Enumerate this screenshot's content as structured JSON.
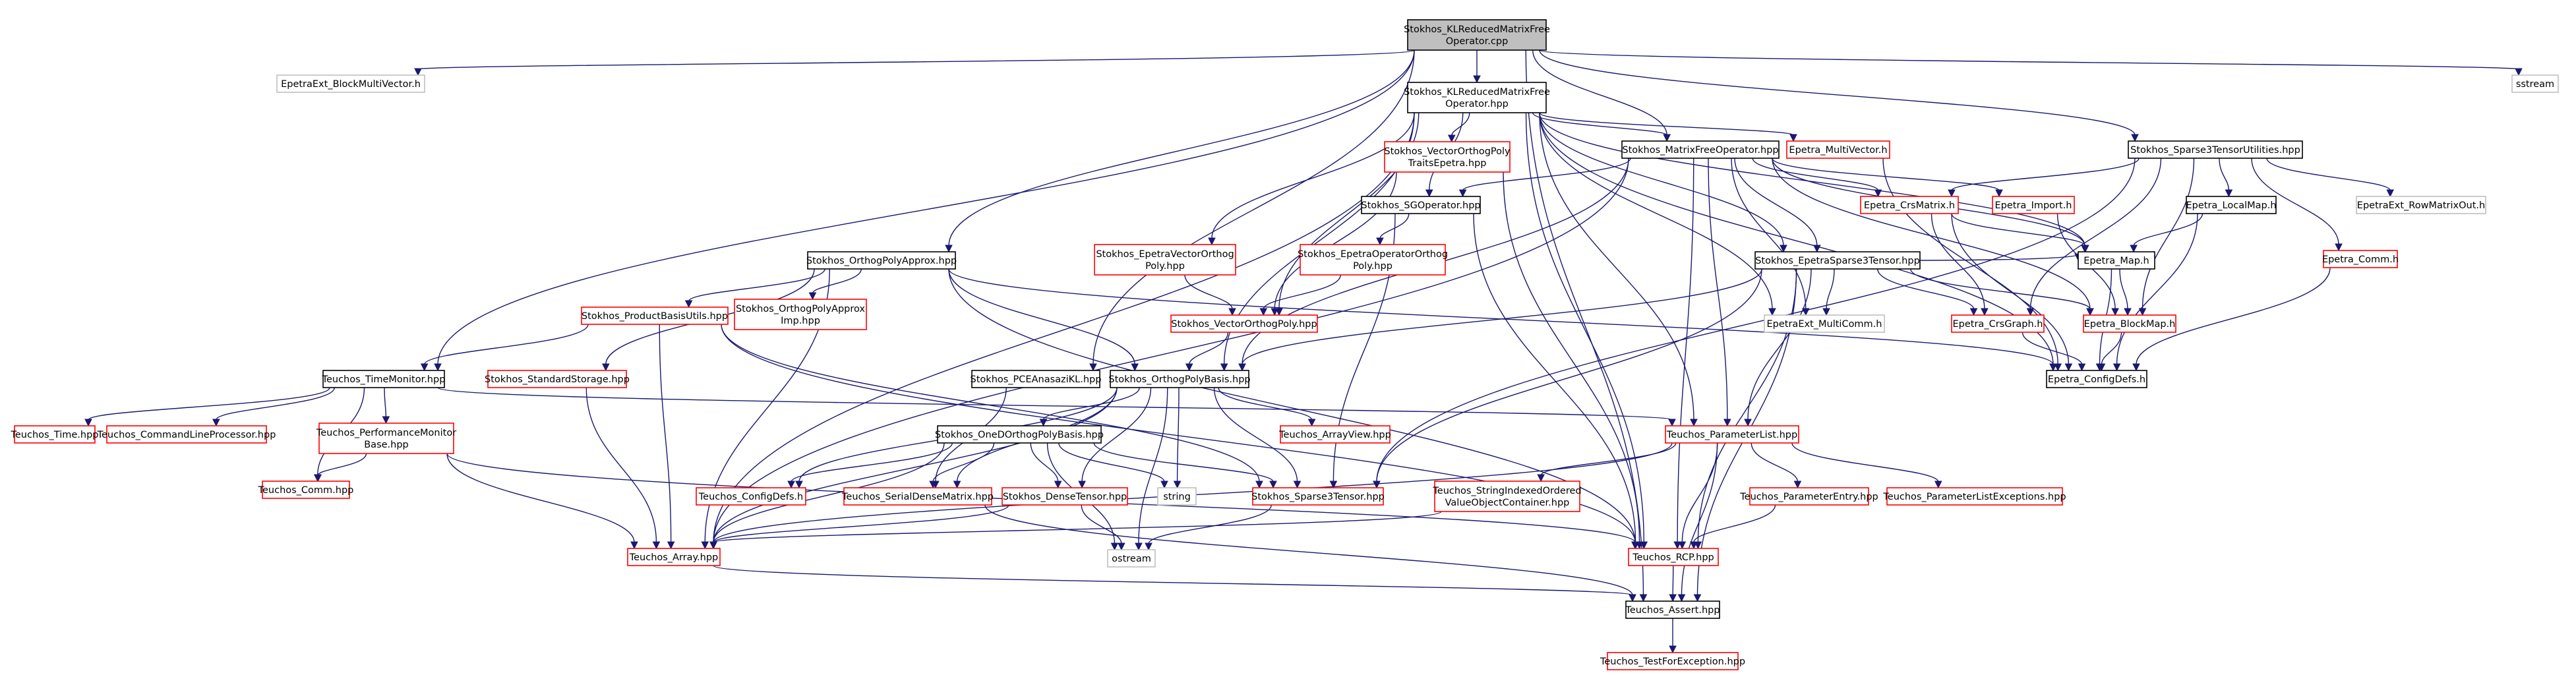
{
  "nodes": [
    {
      "id": "root",
      "lines": [
        "Stokhos_KLReducedMatrixFree",
        "Operator.cpp"
      ],
      "style": "root"
    },
    {
      "id": "epetraext_bmv",
      "lines": [
        "EpetraExt_BlockMultiVector.h"
      ],
      "style": "gray"
    },
    {
      "id": "kl_hpp",
      "lines": [
        "Stokhos_KLReducedMatrixFree",
        "Operator.hpp"
      ],
      "style": "black"
    },
    {
      "id": "sstream",
      "lines": [
        "sstream"
      ],
      "style": "gray"
    },
    {
      "id": "sparse3_utils",
      "lines": [
        "Stokhos_Sparse3TensorUtilities.hpp"
      ],
      "style": "black"
    },
    {
      "id": "vecorthog_traits",
      "lines": [
        "Stokhos_VectorOrthogPoly",
        "TraitsEpetra.hpp"
      ],
      "style": "red"
    },
    {
      "id": "mf_op",
      "lines": [
        "Stokhos_MatrixFreeOperator.hpp"
      ],
      "style": "black"
    },
    {
      "id": "epetra_multivector",
      "lines": [
        "Epetra_MultiVector.h"
      ],
      "style": "red"
    },
    {
      "id": "localmap",
      "lines": [
        "Epetra_LocalMap.h"
      ],
      "style": "black"
    },
    {
      "id": "rowmatrixout",
      "lines": [
        "EpetraExt_RowMatrixOut.h"
      ],
      "style": "gray"
    },
    {
      "id": "sg_op",
      "lines": [
        "Stokhos_SGOperator.hpp"
      ],
      "style": "black"
    },
    {
      "id": "crsmatrix",
      "lines": [
        "Epetra_CrsMatrix.h"
      ],
      "style": "red"
    },
    {
      "id": "import",
      "lines": [
        "Epetra_Import.h"
      ],
      "style": "red"
    },
    {
      "id": "epetra_comm",
      "lines": [
        "Epetra_Comm.h"
      ],
      "style": "red"
    },
    {
      "id": "orthog_approx",
      "lines": [
        "Stokhos_OrthogPolyApprox.hpp"
      ],
      "style": "black"
    },
    {
      "id": "epetra_vec_orthog",
      "lines": [
        "Stokhos_EpetraVectorOrthog",
        "Poly.hpp"
      ],
      "style": "red"
    },
    {
      "id": "epetra_op_orthog",
      "lines": [
        "Stokhos_EpetraOperatorOrthog",
        "Poly.hpp"
      ],
      "style": "red"
    },
    {
      "id": "epetra_sparse3",
      "lines": [
        "Stokhos_EpetraSparse3Tensor.hpp"
      ],
      "style": "black"
    },
    {
      "id": "epetra_map",
      "lines": [
        "Epetra_Map.h"
      ],
      "style": "black"
    },
    {
      "id": "product_basis",
      "lines": [
        "Stokhos_ProductBasisUtils.hpp"
      ],
      "style": "red"
    },
    {
      "id": "orthog_approx_imp",
      "lines": [
        "Stokhos_OrthogPolyApprox",
        "Imp.hpp"
      ],
      "style": "red"
    },
    {
      "id": "vec_orthog_poly",
      "lines": [
        "Stokhos_VectorOrthogPoly.hpp"
      ],
      "style": "red"
    },
    {
      "id": "multicomm",
      "lines": [
        "EpetraExt_MultiComm.h"
      ],
      "style": "gray"
    },
    {
      "id": "crsgraph",
      "lines": [
        "Epetra_CrsGraph.h"
      ],
      "style": "red"
    },
    {
      "id": "blockmap",
      "lines": [
        "Epetra_BlockMap.h"
      ],
      "style": "red"
    },
    {
      "id": "configdefs_h",
      "lines": [
        "Epetra_ConfigDefs.h"
      ],
      "style": "black"
    },
    {
      "id": "time_monitor",
      "lines": [
        "Teuchos_TimeMonitor.hpp"
      ],
      "style": "black"
    },
    {
      "id": "standard_storage",
      "lines": [
        "Stokhos_StandardStorage.hpp"
      ],
      "style": "red"
    },
    {
      "id": "pce_anasazi",
      "lines": [
        "Stokhos_PCEAnasaziKL.hpp"
      ],
      "style": "black"
    },
    {
      "id": "orthog_poly_basis",
      "lines": [
        "Stokhos_OrthogPolyBasis.hpp"
      ],
      "style": "black"
    },
    {
      "id": "param_list",
      "lines": [
        "Teuchos_ParameterList.hpp"
      ],
      "style": "red"
    },
    {
      "id": "teuchos_time",
      "lines": [
        "Teuchos_Time.hpp"
      ],
      "style": "red"
    },
    {
      "id": "cmdline",
      "lines": [
        "Teuchos_CommandLineProcessor.hpp"
      ],
      "style": "red"
    },
    {
      "id": "perf_monitor",
      "lines": [
        "Teuchos_PerformanceMonitor",
        "Base.hpp"
      ],
      "style": "red"
    },
    {
      "id": "array_view",
      "lines": [
        "Teuchos_ArrayView.hpp"
      ],
      "style": "red"
    },
    {
      "id": "oned_basis",
      "lines": [
        "Stokhos_OneDOrthogPolyBasis.hpp"
      ],
      "style": "black"
    },
    {
      "id": "teuchos_comm",
      "lines": [
        "Teuchos_Comm.hpp"
      ],
      "style": "red"
    },
    {
      "id": "teuchos_configdefs",
      "lines": [
        "Teuchos_ConfigDefs.h"
      ],
      "style": "red"
    },
    {
      "id": "serial_dense",
      "lines": [
        "Teuchos_SerialDenseMatrix.hpp"
      ],
      "style": "red"
    },
    {
      "id": "dense_tensor",
      "lines": [
        "Stokhos_DenseTensor.hpp"
      ],
      "style": "red"
    },
    {
      "id": "string",
      "lines": [
        "string"
      ],
      "style": "gray"
    },
    {
      "id": "sparse3_tensor",
      "lines": [
        "Stokhos_Sparse3Tensor.hpp"
      ],
      "style": "red"
    },
    {
      "id": "string_indexed",
      "lines": [
        "Teuchos_StringIndexedOrdered",
        "ValueObjectContainer.hpp"
      ],
      "style": "red"
    },
    {
      "id": "param_entry",
      "lines": [
        "Teuchos_ParameterEntry.hpp"
      ],
      "style": "red"
    },
    {
      "id": "param_list_exc",
      "lines": [
        "Teuchos_ParameterListExceptions.hpp"
      ],
      "style": "red"
    },
    {
      "id": "teuchos_array",
      "lines": [
        "Teuchos_Array.hpp"
      ],
      "style": "red"
    },
    {
      "id": "ostream",
      "lines": [
        "ostream"
      ],
      "style": "gray"
    },
    {
      "id": "teuchos_rcp",
      "lines": [
        "Teuchos_RCP.hpp"
      ],
      "style": "red"
    },
    {
      "id": "teuchos_assert",
      "lines": [
        "Teuchos_Assert.hpp"
      ],
      "style": "black"
    },
    {
      "id": "test_for_exc",
      "lines": [
        "Teuchos_TestForException.hpp"
      ],
      "style": "red"
    }
  ],
  "edges": [
    [
      "root",
      "epetraext_bmv"
    ],
    [
      "root",
      "kl_hpp"
    ],
    [
      "root",
      "sstream"
    ],
    [
      "root",
      "mf_op"
    ],
    [
      "root",
      "sparse3_utils"
    ],
    [
      "root",
      "orthog_approx"
    ],
    [
      "root",
      "time_monitor"
    ],
    [
      "root",
      "pce_anasazi"
    ],
    [
      "root",
      "teuchos_assert"
    ],
    [
      "kl_hpp",
      "vecorthog_traits"
    ],
    [
      "kl_hpp",
      "mf_op"
    ],
    [
      "kl_hpp",
      "epetra_multivector"
    ],
    [
      "kl_hpp",
      "sg_op"
    ],
    [
      "kl_hpp",
      "epetra_vec_orthog"
    ],
    [
      "kl_hpp",
      "vec_orthog_poly"
    ],
    [
      "kl_hpp",
      "orthog_poly_basis"
    ],
    [
      "kl_hpp",
      "epetra_sparse3"
    ],
    [
      "kl_hpp",
      "multicomm"
    ],
    [
      "kl_hpp",
      "epetra_map"
    ],
    [
      "kl_hpp",
      "param_list"
    ],
    [
      "kl_hpp",
      "teuchos_array"
    ],
    [
      "kl_hpp",
      "teuchos_rcp"
    ],
    [
      "kl_hpp",
      "configdefs_h"
    ],
    [
      "vecorthog_traits",
      "vec_orthog_poly"
    ],
    [
      "vecorthog_traits",
      "teuchos_rcp"
    ],
    [
      "epetra_multivector",
      "configdefs_h"
    ],
    [
      "mf_op",
      "sg_op"
    ],
    [
      "mf_op",
      "epetra_sparse3"
    ],
    [
      "mf_op",
      "multicomm"
    ],
    [
      "mf_op",
      "crsmatrix"
    ],
    [
      "mf_op",
      "import"
    ],
    [
      "mf_op",
      "orthog_poly_basis"
    ],
    [
      "mf_op",
      "epetra_map"
    ],
    [
      "mf_op",
      "blockmap"
    ],
    [
      "mf_op",
      "teuchos_array"
    ],
    [
      "mf_op",
      "param_list"
    ],
    [
      "mf_op",
      "teuchos_rcp"
    ],
    [
      "sparse3_utils",
      "localmap"
    ],
    [
      "sparse3_utils",
      "rowmatrixout"
    ],
    [
      "sparse3_utils",
      "crsmatrix"
    ],
    [
      "sparse3_utils",
      "epetra_comm"
    ],
    [
      "sparse3_utils",
      "sparse3_tensor"
    ],
    [
      "sparse3_utils",
      "crsgraph"
    ],
    [
      "sparse3_utils",
      "blockmap"
    ],
    [
      "localmap",
      "epetra_map"
    ],
    [
      "localmap",
      "configdefs_h"
    ],
    [
      "sg_op",
      "epetra_op_orthog"
    ],
    [
      "sg_op",
      "sparse3_tensor"
    ],
    [
      "sg_op",
      "teuchos_rcp"
    ],
    [
      "crsmatrix",
      "epetra_map"
    ],
    [
      "crsmatrix",
      "crsgraph"
    ],
    [
      "crsmatrix",
      "configdefs_h"
    ],
    [
      "import",
      "blockmap"
    ],
    [
      "epetra_comm",
      "configdefs_h"
    ],
    [
      "epetra_vec_orthog",
      "vec_orthog_poly"
    ],
    [
      "epetra_op_orthog",
      "vec_orthog_poly"
    ],
    [
      "orthog_approx",
      "product_basis"
    ],
    [
      "orthog_approx",
      "orthog_approx_imp"
    ],
    [
      "orthog_approx",
      "standard_storage"
    ],
    [
      "orthog_approx",
      "orthog_poly_basis"
    ],
    [
      "orthog_approx",
      "teuchos_array"
    ],
    [
      "orthog_approx",
      "teuchos_rcp"
    ],
    [
      "orthog_approx",
      "configdefs_h"
    ],
    [
      "epetra_sparse3",
      "multicomm"
    ],
    [
      "epetra_sparse3",
      "crsgraph"
    ],
    [
      "epetra_sparse3",
      "epetra_map"
    ],
    [
      "epetra_sparse3",
      "blockmap"
    ],
    [
      "epetra_sparse3",
      "param_list"
    ],
    [
      "epetra_sparse3",
      "sparse3_tensor"
    ],
    [
      "epetra_sparse3",
      "teuchos_assert"
    ],
    [
      "epetra_sparse3",
      "teuchos_rcp"
    ],
    [
      "epetra_sparse3",
      "orthog_poly_basis"
    ],
    [
      "epetra_map",
      "blockmap"
    ],
    [
      "epetra_map",
      "configdefs_h"
    ],
    [
      "product_basis",
      "time_monitor"
    ],
    [
      "product_basis",
      "teuchos_array"
    ],
    [
      "product_basis",
      "sparse3_tensor"
    ],
    [
      "product_basis",
      "teuchos_rcp"
    ],
    [
      "vec_orthog_poly",
      "orthog_poly_basis"
    ],
    [
      "crsgraph",
      "configdefs_h"
    ],
    [
      "blockmap",
      "configdefs_h"
    ],
    [
      "time_monitor",
      "teuchos_time"
    ],
    [
      "time_monitor",
      "cmdline"
    ],
    [
      "time_monitor",
      "perf_monitor"
    ],
    [
      "time_monitor",
      "teuchos_comm"
    ],
    [
      "time_monitor",
      "param_list"
    ],
    [
      "standard_storage",
      "teuchos_array"
    ],
    [
      "pce_anasazi",
      "serial_dense"
    ],
    [
      "orthog_poly_basis",
      "teuchos_configdefs"
    ],
    [
      "orthog_poly_basis",
      "array_view"
    ],
    [
      "orthog_poly_basis",
      "oned_basis"
    ],
    [
      "orthog_poly_basis",
      "serial_dense"
    ],
    [
      "orthog_poly_basis",
      "dense_tensor"
    ],
    [
      "orthog_poly_basis",
      "string"
    ],
    [
      "orthog_poly_basis",
      "sparse3_tensor"
    ],
    [
      "orthog_poly_basis",
      "ostream"
    ],
    [
      "orthog_poly_basis",
      "teuchos_array"
    ],
    [
      "param_list",
      "string_indexed"
    ],
    [
      "param_list",
      "param_entry"
    ],
    [
      "param_list",
      "param_list_exc"
    ],
    [
      "param_list",
      "teuchos_rcp"
    ],
    [
      "param_list",
      "teuchos_array"
    ],
    [
      "param_list",
      "teuchos_assert"
    ],
    [
      "perf_monitor",
      "teuchos_comm"
    ],
    [
      "perf_monitor",
      "teuchos_array"
    ],
    [
      "perf_monitor",
      "teuchos_rcp"
    ],
    [
      "oned_basis",
      "teuchos_configdefs"
    ],
    [
      "oned_basis",
      "serial_dense"
    ],
    [
      "oned_basis",
      "dense_tensor"
    ],
    [
      "oned_basis",
      "string"
    ],
    [
      "oned_basis",
      "ostream"
    ],
    [
      "oned_basis",
      "teuchos_array"
    ],
    [
      "oned_basis",
      "sparse3_tensor"
    ],
    [
      "serial_dense",
      "teuchos_assert"
    ],
    [
      "dense_tensor",
      "teuchos_array"
    ],
    [
      "dense_tensor",
      "ostream"
    ],
    [
      "sparse3_tensor",
      "ostream"
    ],
    [
      "string_indexed",
      "teuchos_array"
    ],
    [
      "param_entry",
      "teuchos_rcp"
    ],
    [
      "teuchos_array",
      "teuchos_assert"
    ],
    [
      "teuchos_rcp",
      "teuchos_assert"
    ],
    [
      "teuchos_assert",
      "test_for_exc"
    ]
  ],
  "colors": {
    "edge": "#191970",
    "border_black": "#000000",
    "border_red": "#ff0000",
    "border_gray": "#bfbfbf",
    "root_fill": "#bfbfbf",
    "gray_text": "#555555"
  }
}
